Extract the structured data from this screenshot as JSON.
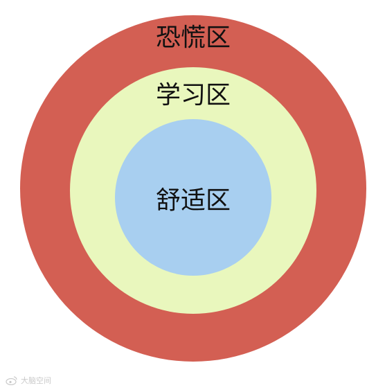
{
  "zones": [
    {
      "id": "outer",
      "label": "恐慌区",
      "color": "#D35F53"
    },
    {
      "id": "middle",
      "label": "学习区",
      "color": "#E9F7BD"
    },
    {
      "id": "inner",
      "label": "舒适区",
      "color": "#A8CFF0"
    }
  ],
  "watermark": {
    "icon": "weibo-icon",
    "text": "大脑空间"
  }
}
